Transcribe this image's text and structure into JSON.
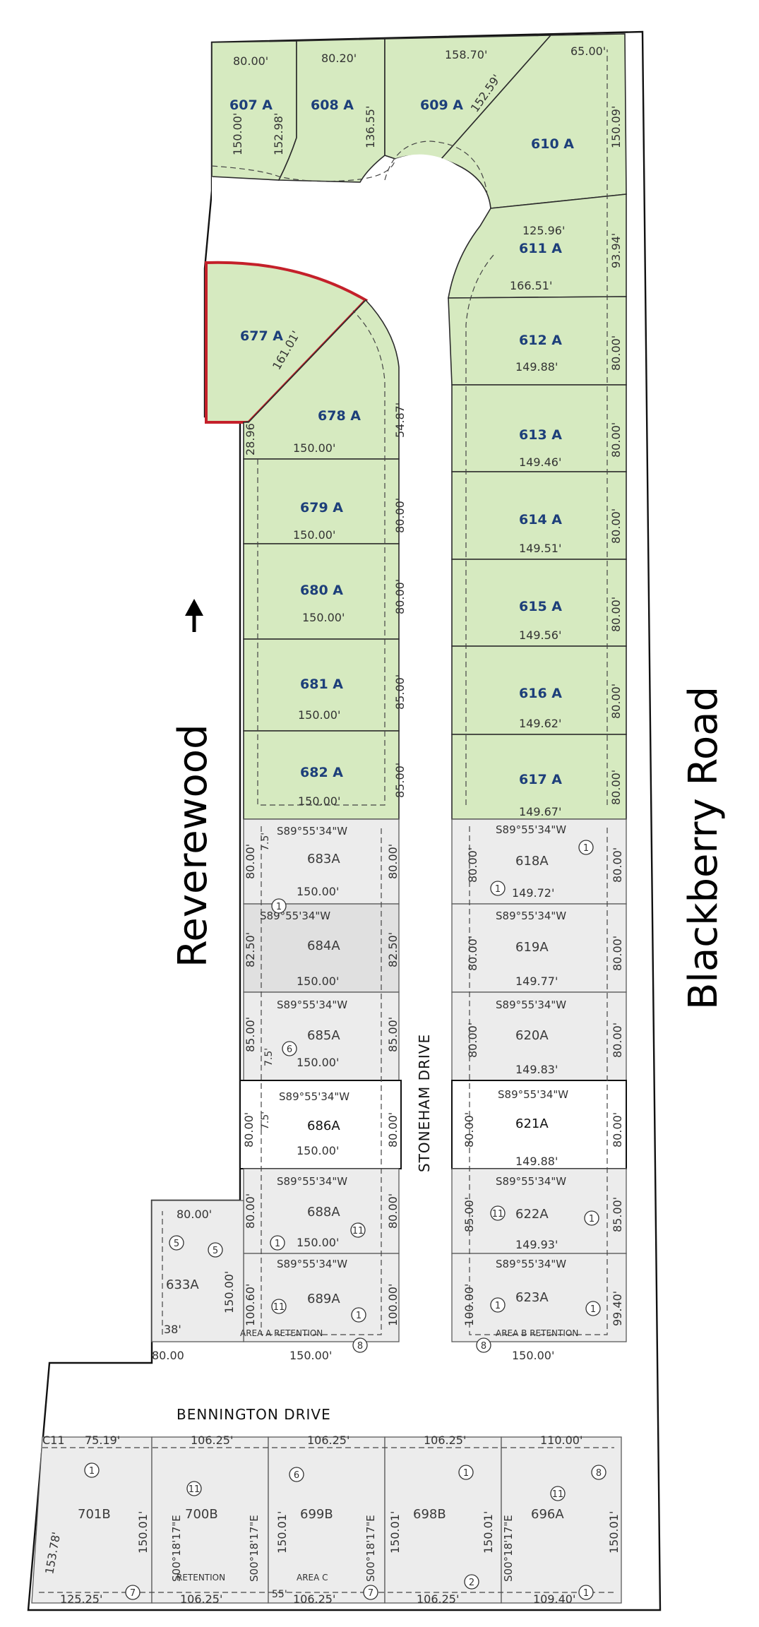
{
  "roads": {
    "reverewood": "Reverewood",
    "blackberry": "Blackberry Road",
    "stoneham": "STONEHAM DRIVE",
    "bennington": "BENNINGTON DRIVE"
  },
  "green_lots": [
    {
      "id": "l607",
      "label": "607 A"
    },
    {
      "id": "l608",
      "label": "608 A"
    },
    {
      "id": "l609",
      "label": "609 A"
    },
    {
      "id": "l610",
      "label": "610 A"
    },
    {
      "id": "l611",
      "label": "611 A"
    },
    {
      "id": "l612",
      "label": "612 A"
    },
    {
      "id": "l613",
      "label": "613 A"
    },
    {
      "id": "l614",
      "label": "614 A"
    },
    {
      "id": "l615",
      "label": "615 A"
    },
    {
      "id": "l616",
      "label": "616 A"
    },
    {
      "id": "l617",
      "label": "617 A"
    },
    {
      "id": "l677",
      "label": "677 A"
    },
    {
      "id": "l678",
      "label": "678 A"
    },
    {
      "id": "l679",
      "label": "679 A"
    },
    {
      "id": "l680",
      "label": "680 A"
    },
    {
      "id": "l681",
      "label": "681 A"
    },
    {
      "id": "l682",
      "label": "682 A"
    }
  ],
  "gray_lots": [
    {
      "id": "l683",
      "label": "683A"
    },
    {
      "id": "l684",
      "label": "684A"
    },
    {
      "id": "l685",
      "label": "685A"
    },
    {
      "id": "l686",
      "label": "686A"
    },
    {
      "id": "l688",
      "label": "688A"
    },
    {
      "id": "l689",
      "label": "689A"
    },
    {
      "id": "l618",
      "label": "618A"
    },
    {
      "id": "l619",
      "label": "619A"
    },
    {
      "id": "l620",
      "label": "620A"
    },
    {
      "id": "l621",
      "label": "621A"
    },
    {
      "id": "l622",
      "label": "622A"
    },
    {
      "id": "l623",
      "label": "623A"
    },
    {
      "id": "l633",
      "label": "633A"
    },
    {
      "id": "l701",
      "label": "701B"
    },
    {
      "id": "l700",
      "label": "700B"
    },
    {
      "id": "l699",
      "label": "699B"
    },
    {
      "id": "l698",
      "label": "698B"
    },
    {
      "id": "l696",
      "label": "696A"
    }
  ],
  "dims": {
    "d80_00": "80.00'",
    "d80_20": "80.20'",
    "d158_70": "158.70'",
    "d65_00": "65.00'",
    "d150_00": "150.00'",
    "d152_98": "152.98'",
    "d136_55": "136.55'",
    "d152_59": "152.59'",
    "d150_09": "150.09'",
    "d125_96": "125.96'",
    "d93_94": "93.94'",
    "d166_51": "166.51'",
    "d149_88": "149.88'",
    "d149_46": "149.46'",
    "d149_51": "149.51'",
    "d149_56": "149.56'",
    "d149_62": "149.62'",
    "d149_67": "149.67'",
    "d161_01": "161.01'",
    "d28_96": "28.96'",
    "d54_87": "54.87'",
    "d85_00": "85.00'",
    "d149_72": "149.72'",
    "d149_77": "149.77'",
    "d149_83": "149.83'",
    "d149_93": "149.93'",
    "d82_50": "82.50'",
    "d7_5": "7.5'",
    "d99_40": "99.40'",
    "d100_00": "100.00'",
    "d100_60": "100.60'",
    "d38": "38'",
    "d75_19": "75.19'",
    "d106_25": "106.25'",
    "d110_00": "110.00'",
    "d153_78": "153.78'",
    "d150_01": "150.01'",
    "d125_25": "125.25'",
    "d109_40": "109.40'",
    "d80_00b": "80.00",
    "d55": "55'"
  },
  "bearings": {
    "west": "S89°55'34\"W",
    "east": "S00°18'17\"E"
  },
  "notes": {
    "c11": "C11",
    "area_a": "AREA A RETENTION",
    "area_b": "AREA B RETENTION",
    "retention": "RETENTION",
    "area_c": "AREA C"
  },
  "markers": [
    "1",
    "5",
    "6",
    "7",
    "8",
    "11",
    "2"
  ],
  "colors": {
    "developed": "#d6eac0",
    "undeveloped": "#ececec",
    "selected_outline": "#c4202a",
    "lot_label": "#1d3f7a"
  }
}
